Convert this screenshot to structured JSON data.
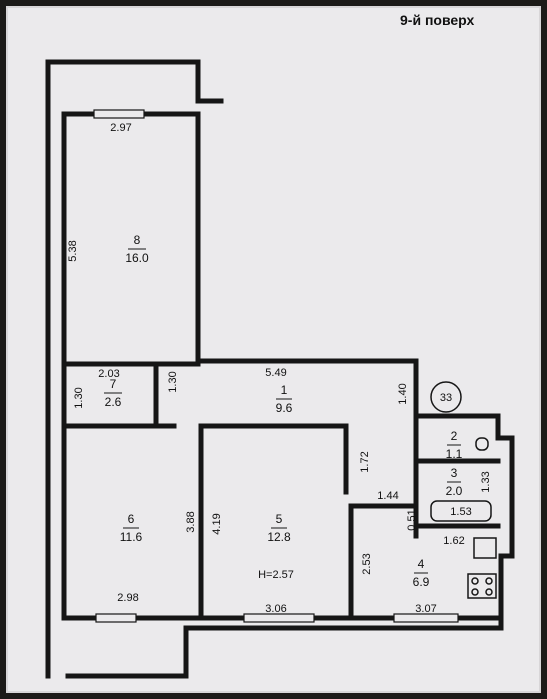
{
  "floor_title": "9-й поверх",
  "rooms": [
    {
      "id": "8",
      "area": "16.0"
    },
    {
      "id": "7",
      "area": "2.6"
    },
    {
      "id": "1",
      "area": "9.6"
    },
    {
      "id": "6",
      "area": "11.6"
    },
    {
      "id": "5",
      "area": "12.8"
    },
    {
      "id": "2",
      "area": "1.1"
    },
    {
      "id": "3",
      "area": "2.0"
    },
    {
      "id": "4",
      "area": "6.9"
    }
  ],
  "dimensions": {
    "room8_width": "2.97",
    "room8_length": "5.38",
    "room7_width": "2.03",
    "room7_length": "1.30",
    "corridor_length": "5.49",
    "corridor_step": "1.30",
    "entry_width": "1.40",
    "room6_width": "2.98",
    "room6_length": "3.88",
    "room5_length": "4.19",
    "room5_width": "3.06",
    "passage_length": "1.72",
    "bath_width": "1.44",
    "bath_depth": "1.33",
    "bathtub_length": "1.53",
    "kitchen_offset": "0.51",
    "kitchen_width_top": "1.62",
    "kitchen_length": "2.53",
    "kitchen_width": "3.07"
  },
  "ceiling_height": "H=2.57",
  "apartment_number": "33"
}
